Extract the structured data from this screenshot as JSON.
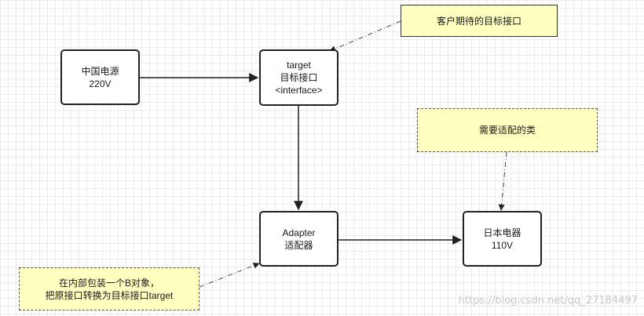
{
  "nodes": {
    "china_power": {
      "line1": "中国电源",
      "line2": "220V"
    },
    "target": {
      "line1": "target",
      "line2": "目标接口",
      "line3": "<interface>"
    },
    "adapter": {
      "line1": "Adapter",
      "line2": "适配器"
    },
    "japan_device": {
      "line1": "日本电器",
      "line2": "110V"
    }
  },
  "notes": {
    "customer": {
      "text": "客户期待的目标接口"
    },
    "adaptee": {
      "text": "需要适配的类"
    },
    "wrap": {
      "line1": "在内部包装一个B对象，",
      "line2": "把原接口转换为目标接口target"
    }
  },
  "watermark": "https://blog.csdn.net/qq_27184497",
  "colors": {
    "note_fill": "#ffffc0",
    "edge": "#222222",
    "grid": "#ececec"
  }
}
